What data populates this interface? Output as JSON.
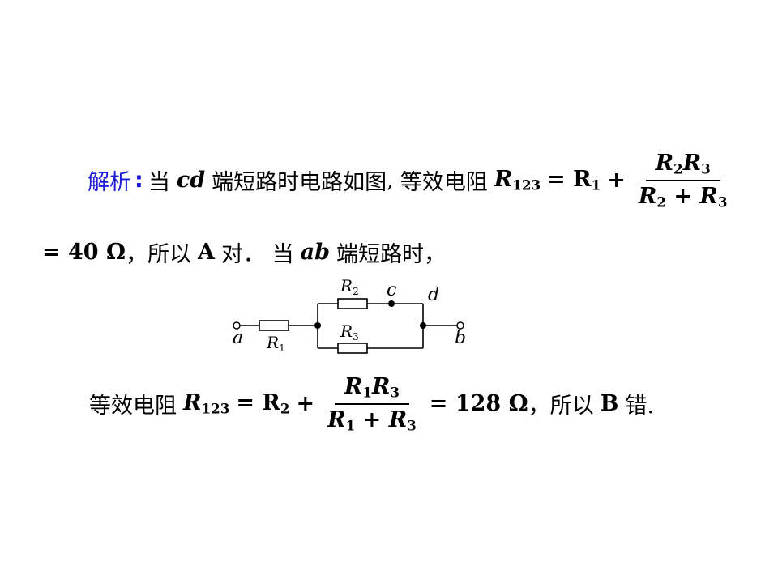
{
  "line1": {
    "label": "解析",
    "colon": ":",
    "t_a": "当",
    "var_cd": "cd",
    "t_b": "端短路时电路如图",
    "comma": ",",
    "t_c": "等效电阻",
    "r": "R",
    "sub_123": "123",
    "eq_r1": "= R",
    "sub_1": "1",
    "plus": "+",
    "frac_num": {
      "r": "R",
      "s2": "2",
      "s3": "3"
    },
    "frac_den": {
      "r": "R",
      "s2": "2",
      "plus": "+",
      "s3": "3"
    }
  },
  "line2": {
    "value": "= 40 Ω",
    "t_a": "，所以",
    "letter_a": "A",
    "t_b": "对．  当",
    "var_ab": "ab",
    "t_c": "端短路时，"
  },
  "circuit": {
    "node_a": "a",
    "node_b": "b",
    "node_c": "c",
    "node_d": "d",
    "r1": "R",
    "r1_sub": "1",
    "r2": "R",
    "r2_sub": "2",
    "r3": "R",
    "r3_sub": "3"
  },
  "line3": {
    "t_a": "等效电阻",
    "r": "R",
    "sub_123": "123",
    "eq_r2": "= R",
    "sub_2": "2",
    "plus": "+",
    "frac_num": {
      "r": "R",
      "s1": "1",
      "s3": "3"
    },
    "frac_den": {
      "r": "R",
      "s1": "1",
      "plus": "+",
      "s3": "3"
    },
    "value": "= 128 Ω",
    "t_b": "，所以",
    "letter_b": "B",
    "t_c": "错."
  }
}
